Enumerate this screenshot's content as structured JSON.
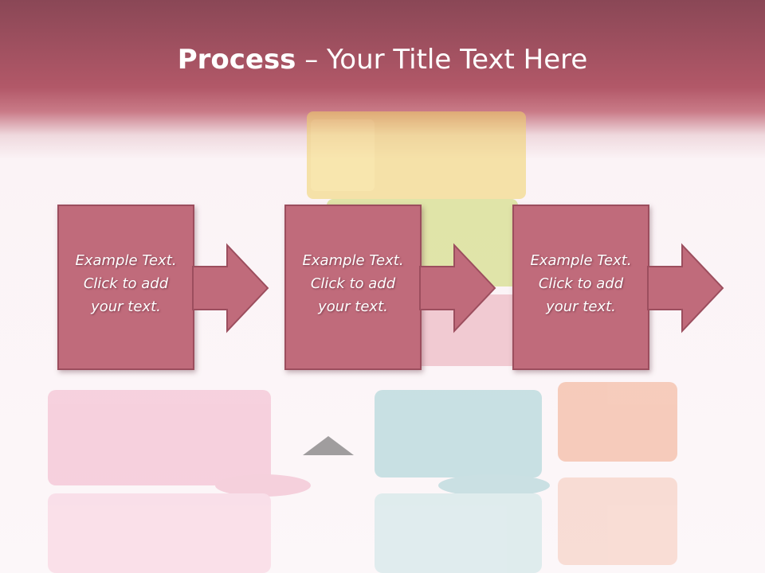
{
  "slide": {
    "title_bold": "Process",
    "title_rest": " – Your Title Text Here",
    "steps": [
      {
        "line1": "Example Text.",
        "line2": "Click  to add",
        "line3": "your text."
      },
      {
        "line1": "Example Text.",
        "line2": "Click  to add",
        "line3": "your text."
      },
      {
        "line1": "Example Text.",
        "line2": "Click  to add",
        "line3": "your text."
      }
    ]
  },
  "colors": {
    "header": "#b25868",
    "box_fill": "#c06b7b",
    "box_border": "#9c4e5e",
    "text": "#ffffff"
  },
  "icons": [
    "right-arrow-icon"
  ]
}
